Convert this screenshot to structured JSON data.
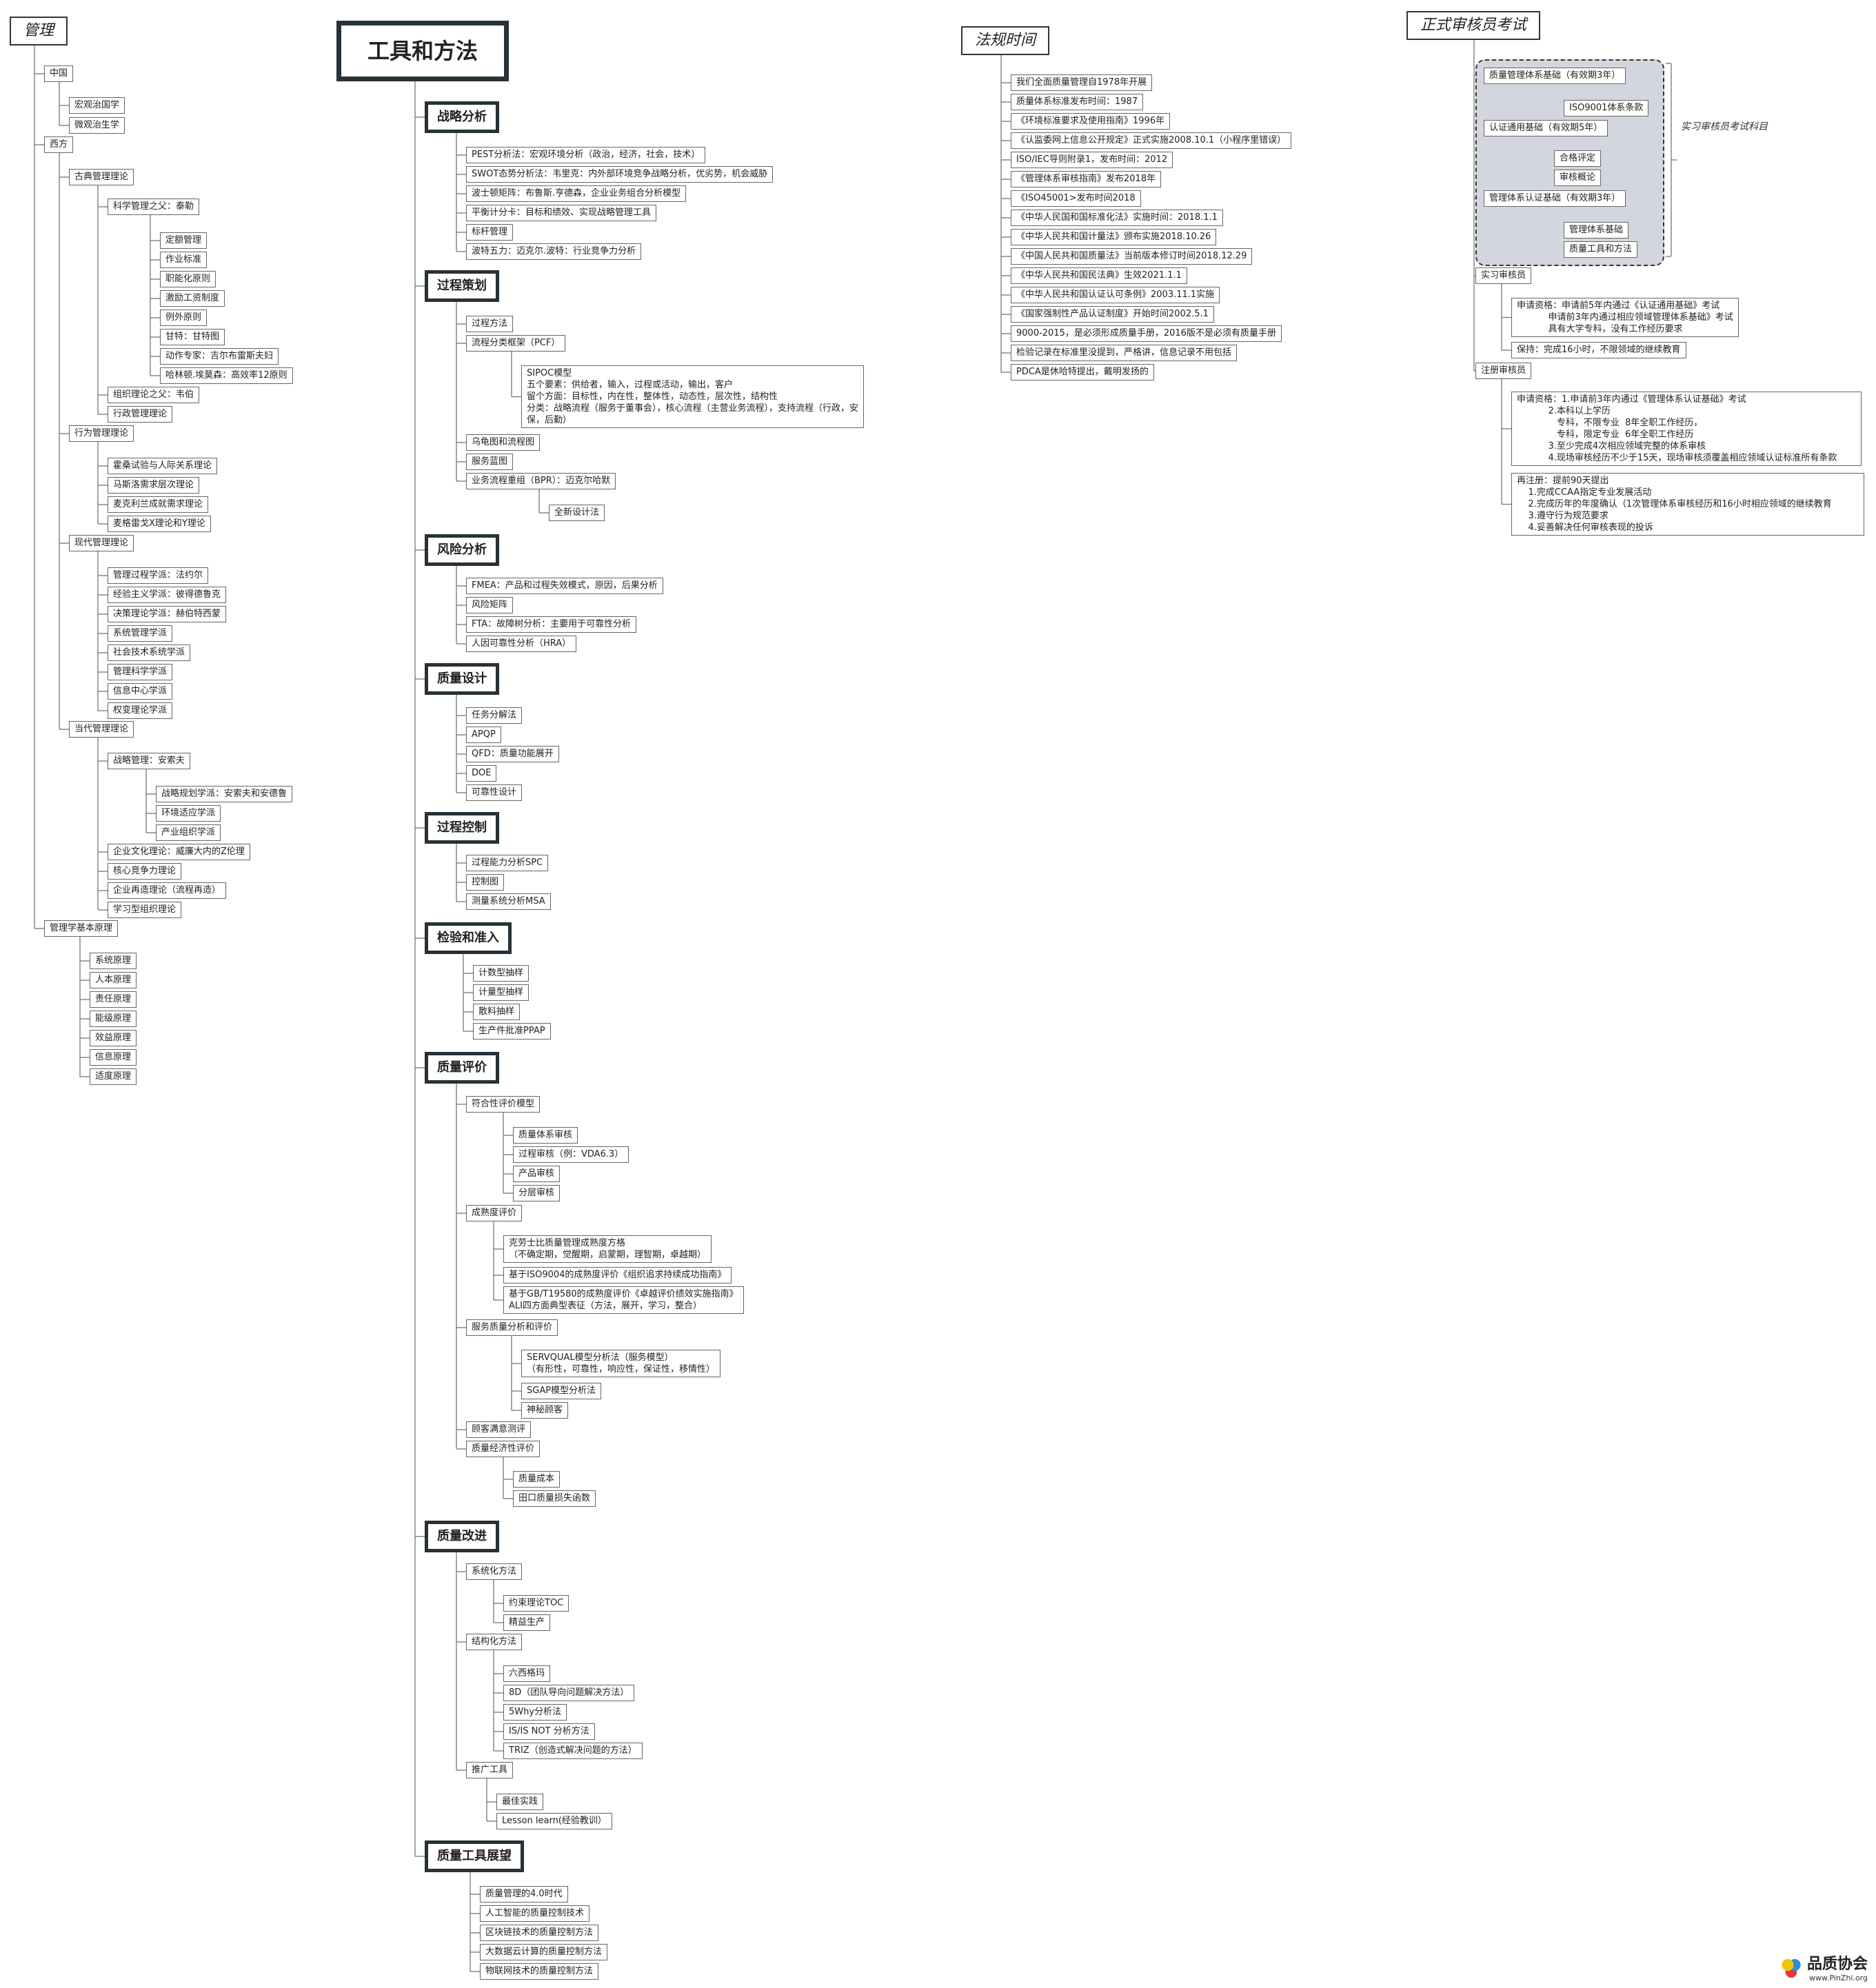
{
  "mindmap": {
    "nodes": [
      {
        "id": "r1",
        "text": "管理",
        "kind": "root",
        "interactable": true
      },
      {
        "id": "cn",
        "text": "中国",
        "parent": "r1",
        "interactable": true
      },
      {
        "id": "cn1",
        "text": "宏观治国学",
        "parent": "cn",
        "interactable": true
      },
      {
        "id": "cn2",
        "text": "微观治生学",
        "parent": "cn",
        "interactable": true
      },
      {
        "id": "xf",
        "text": "西方",
        "parent": "r1",
        "interactable": true
      },
      {
        "id": "gd",
        "text": "古典管理理论",
        "parent": "xf",
        "interactable": true
      },
      {
        "id": "kx",
        "text": "科学管理之父：泰勒",
        "parent": "gd",
        "interactable": true
      },
      {
        "id": "kx1",
        "text": "定额管理",
        "parent": "kx",
        "interactable": true
      },
      {
        "id": "kx2",
        "text": "作业标准",
        "parent": "kx",
        "interactable": true
      },
      {
        "id": "kx3",
        "text": "职能化原则",
        "parent": "kx",
        "interactable": true
      },
      {
        "id": "kx4",
        "text": "激励工资制度",
        "parent": "kx",
        "interactable": true
      },
      {
        "id": "kx5",
        "text": "例外原则",
        "parent": "kx",
        "interactable": true
      },
      {
        "id": "kx6",
        "text": "甘特：甘特图",
        "parent": "kx",
        "interactable": true
      },
      {
        "id": "kx7",
        "text": "动作专家：吉尔布雷斯夫妇",
        "parent": "kx",
        "interactable": true
      },
      {
        "id": "kx8",
        "text": "哈林顿.埃莫森：高效率12原则",
        "parent": "kx",
        "interactable": true
      },
      {
        "id": "gd2",
        "text": "组织理论之父：韦伯",
        "parent": "gd",
        "interactable": true
      },
      {
        "id": "gd3",
        "text": "行政管理理论",
        "parent": "gd",
        "interactable": true
      },
      {
        "id": "xw",
        "text": "行为管理理论",
        "parent": "xf",
        "interactable": true
      },
      {
        "id": "xw1",
        "text": "霍桑试验与人际关系理论",
        "parent": "xw",
        "interactable": true
      },
      {
        "id": "xw2",
        "text": "马斯洛需求层次理论",
        "parent": "xw",
        "interactable": true
      },
      {
        "id": "xw3",
        "text": "麦克利兰成就需求理论",
        "parent": "xw",
        "interactable": true
      },
      {
        "id": "xw4",
        "text": "麦格雷戈X理论和Y理论",
        "parent": "xw",
        "interactable": true
      },
      {
        "id": "xd",
        "text": "现代管理理论",
        "parent": "xf",
        "interactable": true
      },
      {
        "id": "xd1",
        "text": "管理过程学派：法约尔",
        "parent": "xd",
        "interactable": true
      },
      {
        "id": "xd2",
        "text": "经验主义学派：彼得德鲁克",
        "parent": "xd",
        "interactable": true
      },
      {
        "id": "xd3",
        "text": "决策理论学派：赫伯特西蒙",
        "parent": "xd",
        "interactable": true
      },
      {
        "id": "xd4",
        "text": "系统管理学派",
        "parent": "xd",
        "interactable": true
      },
      {
        "id": "xd5",
        "text": "社会技术系统学派",
        "parent": "xd",
        "interactable": true
      },
      {
        "id": "xd6",
        "text": "管理科学学派",
        "parent": "xd",
        "interactable": true
      },
      {
        "id": "xd7",
        "text": "信息中心学派",
        "parent": "xd",
        "interactable": true
      },
      {
        "id": "xd8",
        "text": "权变理论学派",
        "parent": "xd",
        "interactable": true
      },
      {
        "id": "dd",
        "text": "当代管理理论",
        "parent": "xf",
        "interactable": true
      },
      {
        "id": "zl",
        "text": "战略管理：安索夫",
        "parent": "dd",
        "interactable": true
      },
      {
        "id": "zl1",
        "text": "战略规划学派：安索夫和安德鲁",
        "parent": "zl",
        "interactable": true
      },
      {
        "id": "zl2",
        "text": "环境适应学派",
        "parent": "zl",
        "interactable": true
      },
      {
        "id": "zl3",
        "text": "产业组织学派",
        "parent": "zl",
        "interactable": true
      },
      {
        "id": "dd2",
        "text": "企业文化理论：威廉大内的Z伦理",
        "parent": "dd",
        "interactable": true
      },
      {
        "id": "dd3",
        "text": "核心竞争力理论",
        "parent": "dd",
        "interactable": true
      },
      {
        "id": "dd4",
        "text": "企业再造理论（流程再造）",
        "parent": "dd",
        "interactable": true
      },
      {
        "id": "dd5",
        "text": "学习型组织理论",
        "parent": "dd",
        "interactable": true
      },
      {
        "id": "jb",
        "text": "管理学基本原理",
        "parent": "r1",
        "interactable": true
      },
      {
        "id": "jb1",
        "text": "系统原理",
        "parent": "jb",
        "interactable": true
      },
      {
        "id": "jb2",
        "text": "人本原理",
        "parent": "jb",
        "interactable": true
      },
      {
        "id": "jb3",
        "text": "责任原理",
        "parent": "jb",
        "interactable": true
      },
      {
        "id": "jb4",
        "text": "能级原理",
        "parent": "jb",
        "interactable": true
      },
      {
        "id": "jb5",
        "text": "效益原理",
        "parent": "jb",
        "interactable": true
      },
      {
        "id": "jb6",
        "text": "信息原理",
        "parent": "jb",
        "interactable": true
      },
      {
        "id": "jb7",
        "text": "适度原理",
        "parent": "jb",
        "interactable": true
      },
      {
        "id": "r2",
        "text": "工具和方法",
        "kind": "bigroot",
        "interactable": true
      },
      {
        "id": "h1",
        "text": "战略分析",
        "kind": "hdr",
        "parent": "r2",
        "interactable": true
      },
      {
        "id": "h1a",
        "text": "PEST分析法：宏观环境分析（政治，经济，社会，技术）",
        "parent": "h1",
        "interactable": true
      },
      {
        "id": "h1b",
        "text": "SWOT态势分析法：韦里克：内外部环境竞争战略分析，优劣势，机会威胁",
        "parent": "h1",
        "interactable": true
      },
      {
        "id": "h1c",
        "text": "波士顿矩阵：布鲁斯.亨德森，企业业务组合分析模型",
        "parent": "h1",
        "interactable": true
      },
      {
        "id": "h1d",
        "text": "平衡计分卡：目标和绩效、实现战略管理工具",
        "parent": "h1",
        "interactable": true
      },
      {
        "id": "h1e",
        "text": "标杆管理",
        "parent": "h1",
        "interactable": true
      },
      {
        "id": "h1f",
        "text": "波特五力：迈克尔.波特：行业竞争力分析",
        "parent": "h1",
        "interactable": true
      },
      {
        "id": "h2",
        "text": "过程策划",
        "kind": "hdr",
        "parent": "r2",
        "interactable": true
      },
      {
        "id": "h2a",
        "text": "过程方法",
        "parent": "h2",
        "interactable": true
      },
      {
        "id": "h2b",
        "text": "流程分类框架（PCF）",
        "parent": "h2",
        "interactable": true
      },
      {
        "id": "h2b1",
        "text": "SIPOC模型\n五个要素：供给者，输入，过程或活动，输出，客户\n留个方面：目标性，内在性，整体性，动态性，层次性，结构性\n分类：战略流程（服务于董事会），核心流程（主营业务流程），支持流程（行政，安\n保，后勤）",
        "kind": "multi",
        "parent": "h2b",
        "interactable": true
      },
      {
        "id": "h2c",
        "text": "乌龟图和流程图",
        "parent": "h2",
        "interactable": true
      },
      {
        "id": "h2d",
        "text": "服务蓝图",
        "parent": "h2",
        "interactable": true
      },
      {
        "id": "h2e",
        "text": "业务流程重组（BPR）：迈克尔哈默",
        "parent": "h2",
        "interactable": true
      },
      {
        "id": "h2e1",
        "text": "全新设计法",
        "parent": "h2e",
        "interactable": true
      },
      {
        "id": "h3",
        "text": "风险分析",
        "kind": "hdr",
        "parent": "r2",
        "interactable": true
      },
      {
        "id": "h3a",
        "text": "FMEA：产品和过程失效模式，原因，后果分析",
        "parent": "h3",
        "interactable": true
      },
      {
        "id": "h3b",
        "text": "风险矩阵",
        "parent": "h3",
        "interactable": true
      },
      {
        "id": "h3c",
        "text": "FTA：故障树分析：主要用于可靠性分析",
        "parent": "h3",
        "interactable": true
      },
      {
        "id": "h3d",
        "text": "人因可靠性分析（HRA）",
        "parent": "h3",
        "interactable": true
      },
      {
        "id": "h4",
        "text": "质量设计",
        "kind": "hdr",
        "parent": "r2",
        "interactable": true
      },
      {
        "id": "h4a",
        "text": "任务分解法",
        "parent": "h4",
        "interactable": true
      },
      {
        "id": "h4b",
        "text": "APQP",
        "parent": "h4",
        "interactable": true
      },
      {
        "id": "h4c",
        "text": "QFD：质量功能展开",
        "parent": "h4",
        "interactable": true
      },
      {
        "id": "h4d",
        "text": "DOE",
        "parent": "h4",
        "interactable": true
      },
      {
        "id": "h4e",
        "text": "可靠性设计",
        "parent": "h4",
        "interactable": true
      },
      {
        "id": "h5",
        "text": "过程控制",
        "kind": "hdr",
        "parent": "r2",
        "interactable": true
      },
      {
        "id": "h5a",
        "text": "过程能力分析SPC",
        "parent": "h5",
        "interactable": true
      },
      {
        "id": "h5b",
        "text": "控制图",
        "parent": "h5",
        "interactable": true
      },
      {
        "id": "h5c",
        "text": "测量系统分析MSA",
        "parent": "h5",
        "interactable": true
      },
      {
        "id": "h6",
        "text": "检验和准入",
        "kind": "hdr",
        "parent": "r2",
        "interactable": true
      },
      {
        "id": "h6a",
        "text": "计数型抽样",
        "parent": "h6",
        "interactable": true
      },
      {
        "id": "h6b",
        "text": "计量型抽样",
        "parent": "h6",
        "interactable": true
      },
      {
        "id": "h6c",
        "text": "散料抽样",
        "parent": "h6",
        "interactable": true
      },
      {
        "id": "h6d",
        "text": "生产件批准PPAP",
        "parent": "h6",
        "interactable": true
      },
      {
        "id": "h7",
        "text": "质量评价",
        "kind": "hdr",
        "parent": "r2",
        "interactable": true
      },
      {
        "id": "h7a",
        "text": "符合性评价模型",
        "parent": "h7",
        "interactable": true
      },
      {
        "id": "h7a1",
        "text": "质量体系审核",
        "parent": "h7a",
        "interactable": true
      },
      {
        "id": "h7a2",
        "text": "过程审核（例：VDA6.3）",
        "parent": "h7a",
        "interactable": true
      },
      {
        "id": "h7a3",
        "text": "产品审核",
        "parent": "h7a",
        "interactable": true
      },
      {
        "id": "h7a4",
        "text": "分层审核",
        "parent": "h7a",
        "interactable": true
      },
      {
        "id": "h7b",
        "text": "成熟度评价",
        "parent": "h7",
        "interactable": true
      },
      {
        "id": "h7b1",
        "text": "克劳士比质量管理成熟度方格\n（不确定期，觉醒期，启蒙期，理智期，卓越期）",
        "kind": "multi",
        "parent": "h7b",
        "interactable": true
      },
      {
        "id": "h7b2",
        "text": "基于ISO9004的成熟度评价《组织追求持续成功指南》",
        "parent": "h7b",
        "interactable": true
      },
      {
        "id": "h7b3",
        "text": "基于GB/T19580的成熟度评价《卓越评价绩效实施指南》\nALI四方面典型表征（方法，展开，学习，整合）",
        "kind": "multi",
        "parent": "h7b",
        "interactable": true
      },
      {
        "id": "h7c",
        "text": "服务质量分析和评价",
        "parent": "h7",
        "interactable": true
      },
      {
        "id": "h7c1",
        "text": "SERVQUAL模型分析法（服务模型）\n（有形性，可靠性，响应性，保证性，移情性）",
        "kind": "multi",
        "parent": "h7c",
        "interactable": true
      },
      {
        "id": "h7c2",
        "text": "SGAP模型分析法",
        "parent": "h7c",
        "interactable": true
      },
      {
        "id": "h7c3",
        "text": "神秘顾客",
        "parent": "h7c",
        "interactable": true
      },
      {
        "id": "h7d",
        "text": "顾客满意测评",
        "parent": "h7",
        "interactable": true
      },
      {
        "id": "h7e",
        "text": "质量经济性评价",
        "parent": "h7",
        "interactable": true
      },
      {
        "id": "h7e1",
        "text": "质量成本",
        "parent": "h7e",
        "interactable": true
      },
      {
        "id": "h7e2",
        "text": "田口质量损失函数",
        "parent": "h7e",
        "interactable": true
      },
      {
        "id": "h8",
        "text": "质量改进",
        "kind": "hdr",
        "parent": "r2",
        "interactable": true
      },
      {
        "id": "h8a",
        "text": "系统化方法",
        "parent": "h8",
        "interactable": true
      },
      {
        "id": "h8a1",
        "text": "约束理论TOC",
        "parent": "h8a",
        "interactable": true
      },
      {
        "id": "h8a2",
        "text": "精益生产",
        "parent": "h8a",
        "interactable": true
      },
      {
        "id": "h8b",
        "text": "结构化方法",
        "parent": "h8",
        "interactable": true
      },
      {
        "id": "h8b1",
        "text": "六西格玛",
        "parent": "h8b",
        "interactable": true
      },
      {
        "id": "h8b2",
        "text": "8D（团队导向问题解决方法）",
        "parent": "h8b",
        "interactable": true
      },
      {
        "id": "h8b3",
        "text": "5Why分析法",
        "parent": "h8b",
        "interactable": true
      },
      {
        "id": "h8b4",
        "text": "IS/IS NOT 分析方法",
        "parent": "h8b",
        "interactable": true
      },
      {
        "id": "h8b5",
        "text": "TRIZ（创造式解决问题的方法）",
        "parent": "h8b",
        "interactable": true
      },
      {
        "id": "h8c",
        "text": "推广工具",
        "parent": "h8",
        "interactable": true
      },
      {
        "id": "h8c1",
        "text": "最佳实践",
        "parent": "h8c",
        "interactable": true
      },
      {
        "id": "h8c2",
        "text": "Lesson learn(经验教训）",
        "parent": "h8c",
        "interactable": true
      },
      {
        "id": "h9",
        "text": "质量工具展望",
        "kind": "hdr",
        "parent": "r2",
        "interactable": true
      },
      {
        "id": "h9a",
        "text": "质量管理的4.0时代",
        "parent": "h9",
        "interactable": true
      },
      {
        "id": "h9b",
        "text": "人工智能的质量控制技术",
        "parent": "h9",
        "interactable": true
      },
      {
        "id": "h9c",
        "text": "区块链技术的质量控制方法",
        "parent": "h9",
        "interactable": true
      },
      {
        "id": "h9d",
        "text": "大数据云计算的质量控制方法",
        "parent": "h9",
        "interactable": true
      },
      {
        "id": "h9e",
        "text": "物联网技术的质量控制方法",
        "parent": "h9",
        "interactable": true
      },
      {
        "id": "r3",
        "text": "法规时间",
        "kind": "root",
        "interactable": true
      },
      {
        "id": "f1",
        "text": "我们全面质量管理自1978年开展",
        "parent": "r3",
        "interactable": true
      },
      {
        "id": "f2",
        "text": "质量体系标准发布时间：1987",
        "parent": "r3",
        "interactable": true
      },
      {
        "id": "f3",
        "text": "《环境标准要求及使用指南》1996年",
        "parent": "r3",
        "interactable": true
      },
      {
        "id": "f4",
        "text": "《认监委网上信息公开规定》正式实施2008.10.1（小程序里错误）",
        "parent": "r3",
        "interactable": true
      },
      {
        "id": "f5",
        "text": "ISO/IEC导则附录1，发布时间：2012",
        "parent": "r3",
        "interactable": true
      },
      {
        "id": "f6",
        "text": "《管理体系审核指南》发布2018年",
        "parent": "r3",
        "interactable": true
      },
      {
        "id": "f7",
        "text": "《ISO45001>发布时间2018",
        "parent": "r3",
        "interactable": true
      },
      {
        "id": "f8",
        "text": "《中华人民国和国标准化法》实施时间：2018.1.1",
        "parent": "r3",
        "interactable": true
      },
      {
        "id": "f9",
        "text": "《中华人民共和国计量法》颁布实施2018.10.26",
        "parent": "r3",
        "interactable": true
      },
      {
        "id": "f10",
        "text": "《中国人民共和国质量法》当前版本修订时间2018.12.29",
        "parent": "r3",
        "interactable": true
      },
      {
        "id": "f11",
        "text": "《中华人民共和国民法典》生效2021.1.1",
        "parent": "r3",
        "interactable": true
      },
      {
        "id": "f12",
        "text": "《中华人民共和国认证认可条例》2003.11.1实施",
        "parent": "r3",
        "interactable": true
      },
      {
        "id": "f13",
        "text": "《国家强制性产品认证制度》开始时间2002.5.1",
        "parent": "r3",
        "interactable": true
      },
      {
        "id": "f14",
        "text": "9000-2015，是必须形成质量手册，2016版不是必须有质量手册",
        "parent": "r3",
        "interactable": true
      },
      {
        "id": "f15",
        "text": "检验记录在标准里没提到，严格讲，信息记录不用包括",
        "parent": "r3",
        "interactable": true
      },
      {
        "id": "f16",
        "text": "PDCA是休哈特提出，戴明发扬的",
        "parent": "r3",
        "interactable": true
      },
      {
        "id": "r4",
        "text": "正式审核员考试",
        "kind": "root",
        "interactable": true
      },
      {
        "id": "k1",
        "text": "质量管理体系基础（有效期3年）",
        "parent": "r4",
        "interactable": true,
        "ingray": true
      },
      {
        "id": "k1a",
        "text": "ISO9001体系条款",
        "parent": "k1",
        "interactable": true,
        "ingray": true
      },
      {
        "id": "k2",
        "text": "认证通用基础（有效期5年）",
        "parent": "r4",
        "interactable": true,
        "ingray": true
      },
      {
        "id": "k2a",
        "text": "合格评定",
        "parent": "k2",
        "interactable": true,
        "ingray": true
      },
      {
        "id": "k2b",
        "text": "审核概论",
        "parent": "k2",
        "interactable": true,
        "ingray": true
      },
      {
        "id": "k3",
        "text": "管理体系认证基础（有效期3年）",
        "parent": "r4",
        "interactable": true,
        "ingray": true
      },
      {
        "id": "k3a",
        "text": "管理体系基础",
        "parent": "k3",
        "interactable": true,
        "ingray": true
      },
      {
        "id": "k3b",
        "text": "质量工具和方法",
        "parent": "k3",
        "interactable": true,
        "ingray": true
      },
      {
        "id": "k4",
        "text": "实习审核员",
        "parent": "r4",
        "interactable": true
      },
      {
        "id": "k4a",
        "text": "申请资格：申请前5年内通过《认证通用基础》考试\n           申请前3年内通过相应领域管理体系基础》考试\n           具有大学专科，没有工作经历要求",
        "kind": "multi",
        "parent": "k4",
        "interactable": true
      },
      {
        "id": "k4b",
        "text": "保持：完成16小时，不限领域的继续教育",
        "parent": "k4",
        "interactable": true
      },
      {
        "id": "k5",
        "text": "注册审核员",
        "parent": "r4",
        "interactable": true
      },
      {
        "id": "k5a",
        "text": "申请资格：1.申请前3年内通过《管理体系认证基础》考试\n           2.本科以上学历\n              专科，不限专业  8年全职工作经历，\n              专科，限定专业  6年全职工作经历\n           3.至少完成4次相应领域完整的体系审核\n           4.现场审核经历不少于15天，现场审核须覆盖相应领域认证标准所有条款",
        "kind": "multi",
        "parent": "k5",
        "interactable": true
      },
      {
        "id": "k5b",
        "text": "再注册：提前90天提出\n    1.完成CCAA指定专业发展活动\n    2.完成历年的年度确认（1次管理体系审核经历和16小时相应领域的继续教育\n    3.遵守行为规范要求\n    4.妥善解决任何审核表现的投诉",
        "kind": "multi",
        "parent": "k5",
        "interactable": true
      }
    ],
    "group_label": "实习审核员考试科目"
  },
  "watermark": {
    "main": "品质协会",
    "sub": "www.PinZhi.org"
  }
}
